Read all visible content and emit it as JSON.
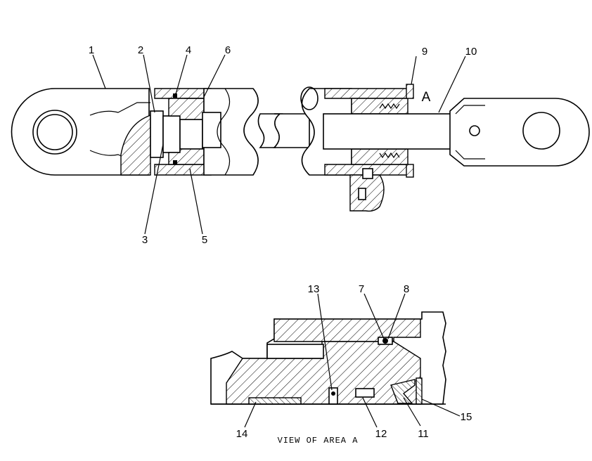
{
  "callouts": {
    "c1": "1",
    "c2": "2",
    "c3": "3",
    "c4": "4",
    "c5": "5",
    "c6": "6",
    "c7": "7",
    "c8": "8",
    "c9": "9",
    "c10": "10",
    "c11": "11",
    "c12": "12",
    "c13": "13",
    "c14": "14",
    "c15": "15"
  },
  "area_letter": "A",
  "view_caption": "VIEW OF AREA A"
}
